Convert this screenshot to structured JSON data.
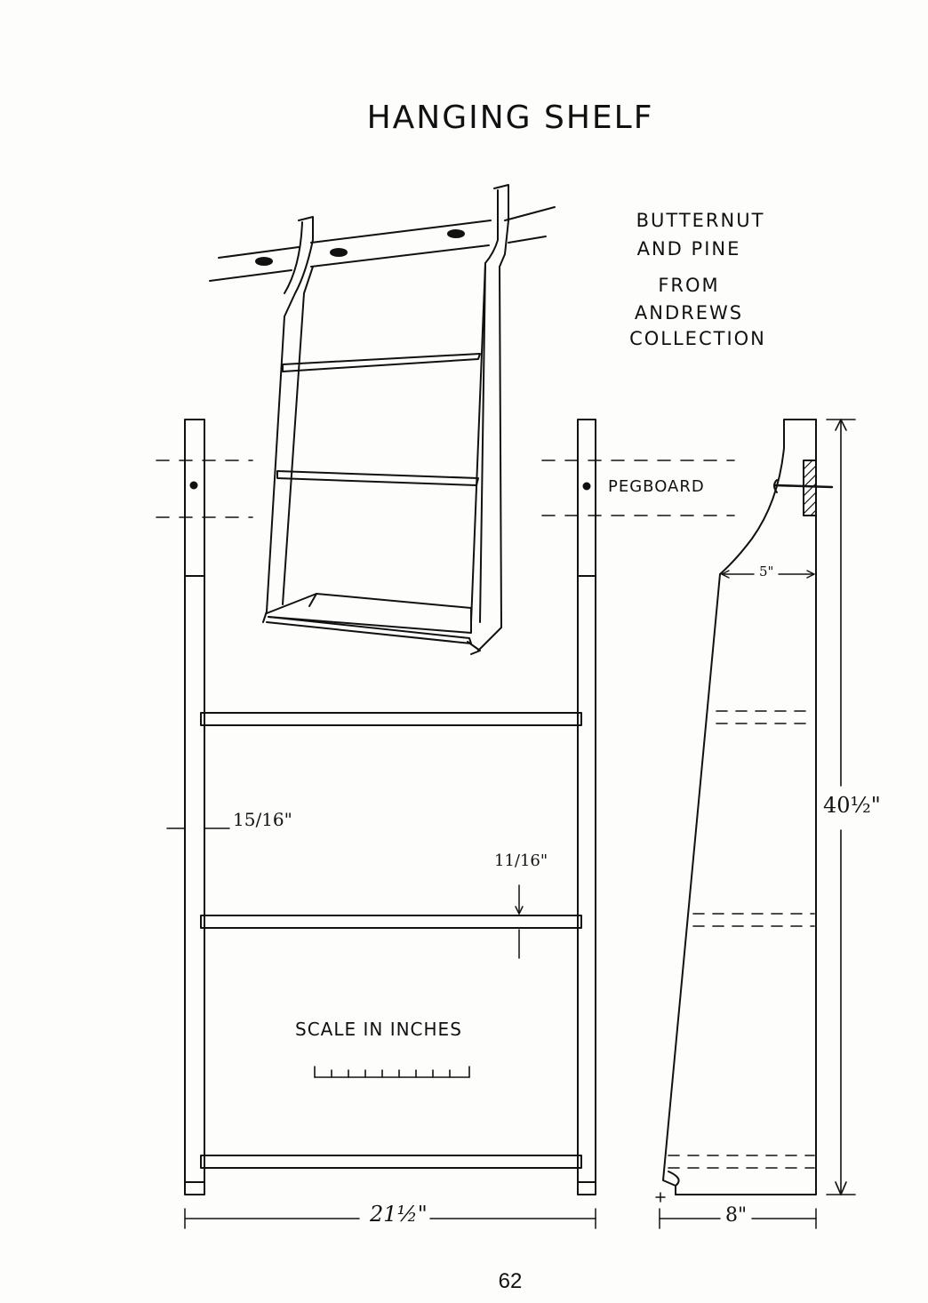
{
  "title": "HANGING SHELF",
  "material_note": {
    "line1": "BUTTERNUT",
    "line2": "AND PINE",
    "line3": "FROM",
    "line4": "ANDREWS",
    "line5": "COLLECTION"
  },
  "labels": {
    "pegboard": "PEGBOARD",
    "scale": "SCALE IN INCHES"
  },
  "dimensions": {
    "height": "40½\"",
    "width": "21½\"",
    "depth_bottom": "8\"",
    "depth_top": "5\"",
    "side_thickness": "15/16\"",
    "shelf_thickness": "11/16\""
  },
  "page_number": "62"
}
